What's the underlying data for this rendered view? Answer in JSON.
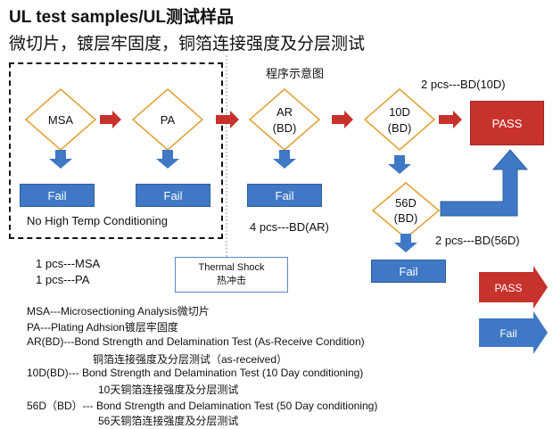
{
  "title": {
    "line1": "UL test samples/UL测试样品",
    "line2": "微切片，镀层牢固度，铜箔连接强度及分层测试"
  },
  "flow_title": "程序示意图",
  "nodes": {
    "msa": "MSA",
    "pa": "PA",
    "ar_line1": "AR",
    "ar_line2": "(BD)",
    "d10_line1": "10D",
    "d10_line2": "(BD)",
    "d56_line1": "56D",
    "d56_line2": "(BD)",
    "pass": "PASS"
  },
  "fail_label": "Fail",
  "thermal_shock": {
    "line1": "Thermal Shock",
    "line2": "热冲击"
  },
  "notes": {
    "no_high_temp": "No High Temp Conditioning",
    "pcs_10d": "2 pcs---BD(10D)",
    "pcs_ar": "4 pcs---BD(AR)",
    "pcs_56d": "2 pcs---BD(56D)",
    "pcs_msa": "1 pcs---MSA",
    "pcs_pa": "1 pcs---PA"
  },
  "legend_arrows": {
    "pass": "PASS",
    "fail": "Fail"
  },
  "definitions": [
    "MSA---Microsectioning Analysis微切片",
    "PA---Plating Adhsion镀层牢固度",
    "AR(BD)---Bond Strength and Delamination Test (As-Receive Condition)",
    "铜箔连接强度及分层测试（as-received）",
    "10D(BD)--- Bond Strength and Delamination Test (10 Day conditioning)",
    "10天铜箔连接强度及分层测试",
    "56D（BD）--- Bond Strength and Delamination Test (50 Day conditioning)",
    "56天铜箔连接强度及分层测试"
  ],
  "colors": {
    "red": "#c7322d",
    "blue": "#3f78c4",
    "diamond_stroke": "#e0a030",
    "dashed": "#111111"
  }
}
